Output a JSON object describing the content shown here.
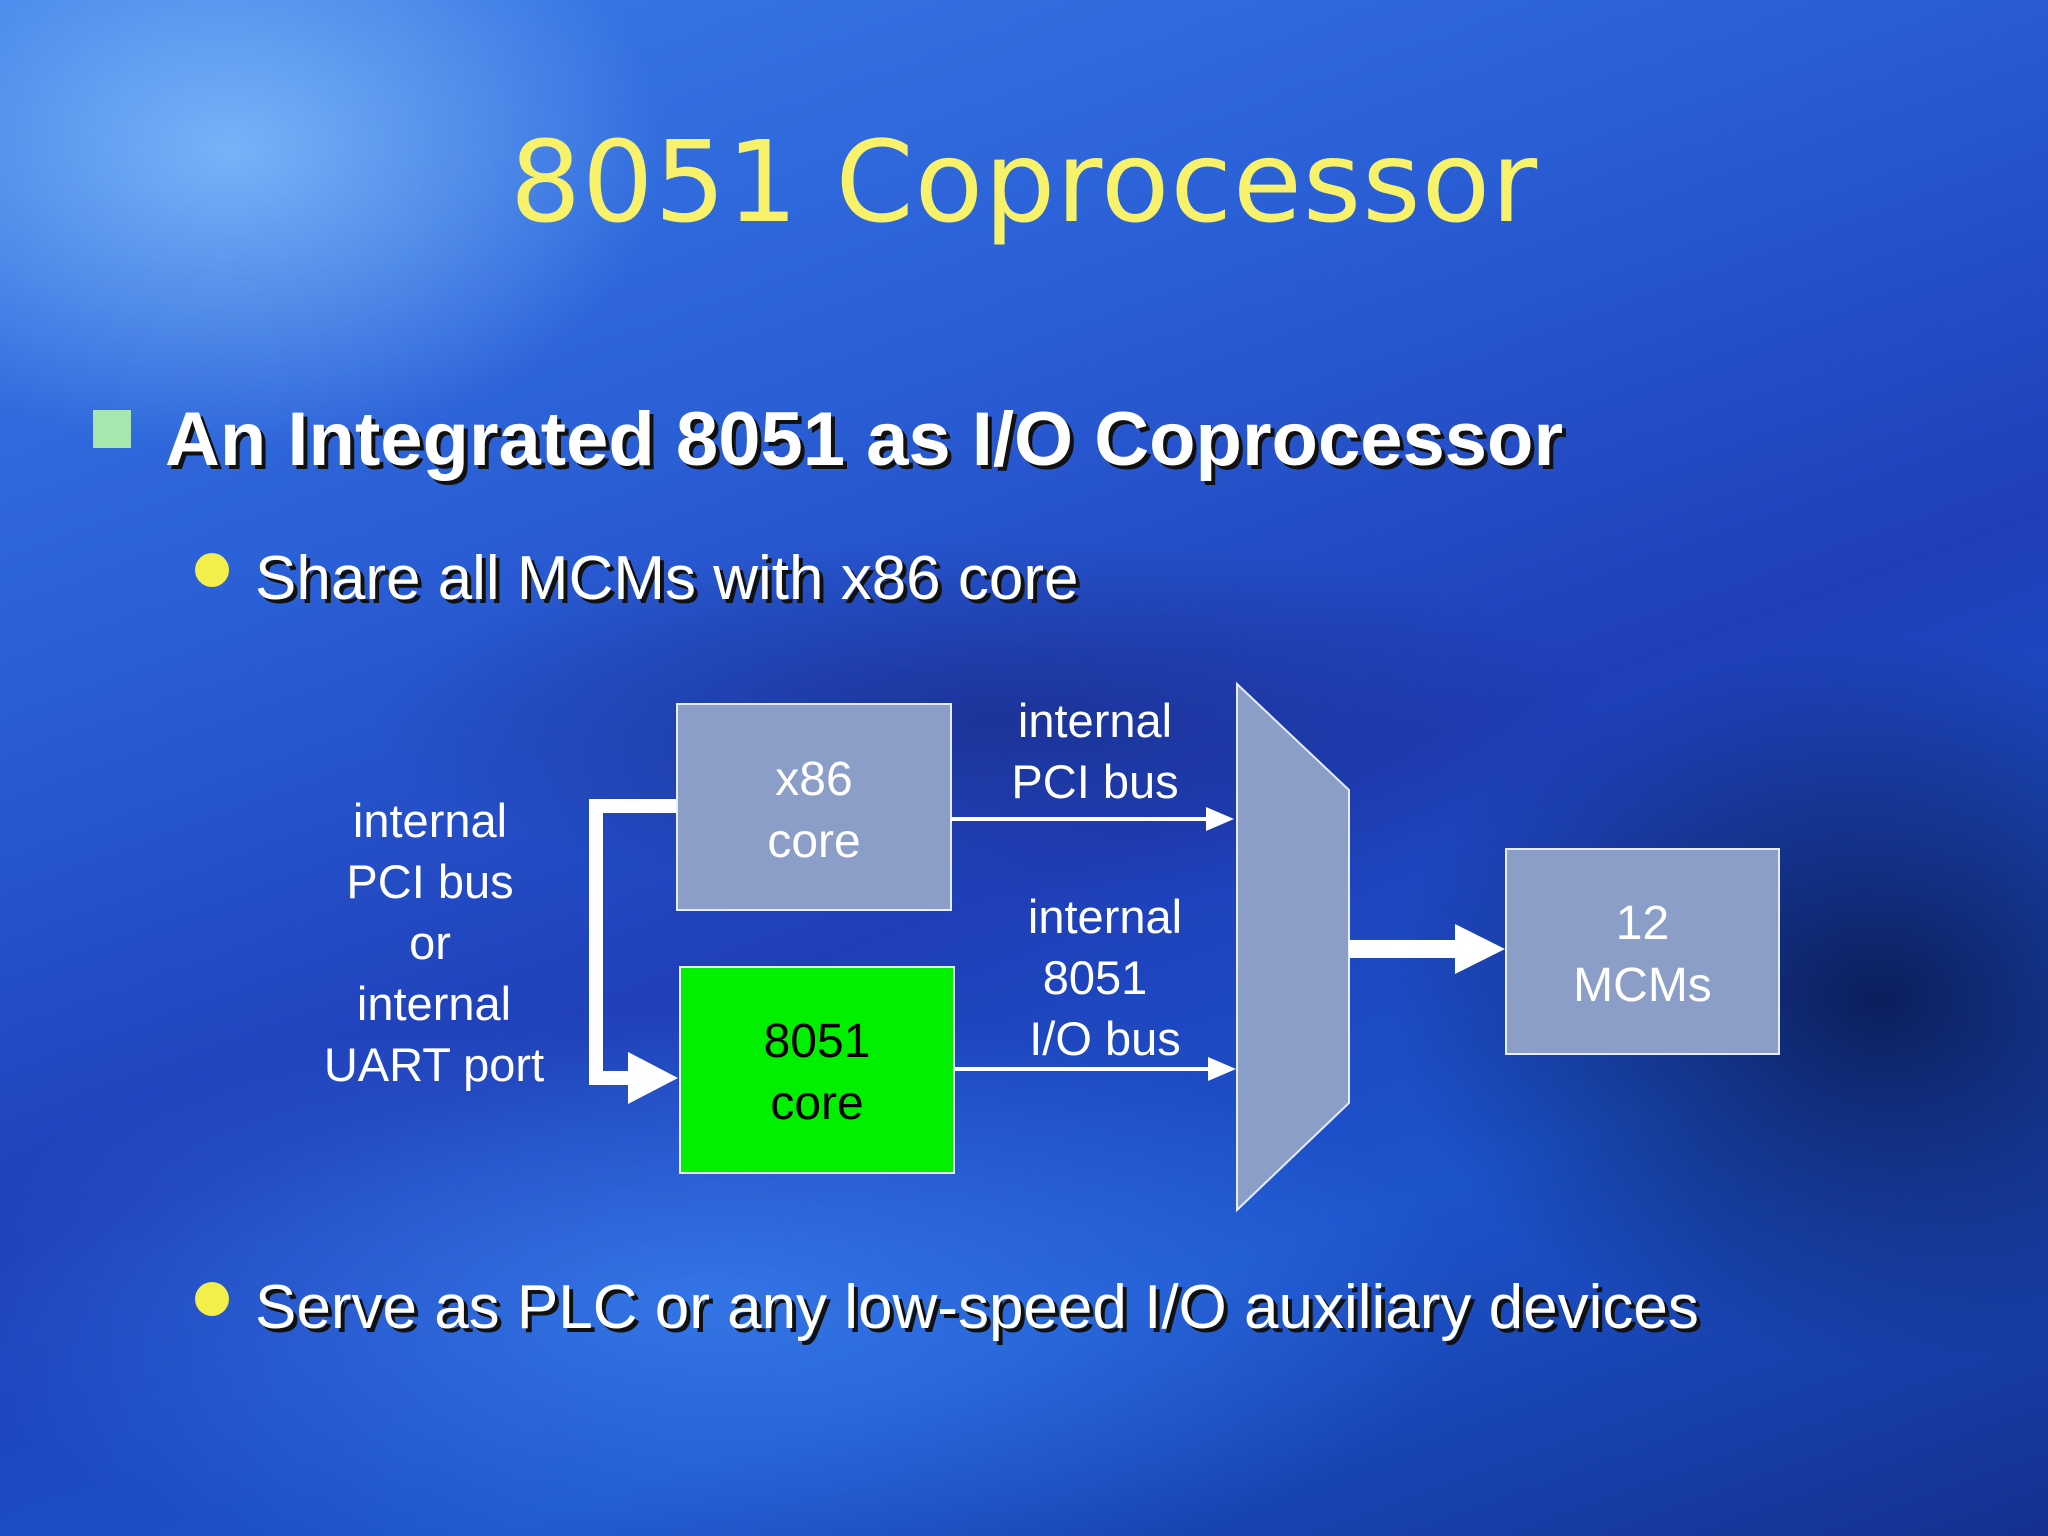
{
  "title": "8051 Coprocessor",
  "bullet1": "An Integrated 8051 as I/O Coprocessor",
  "sub_bullets": [
    "Share all MCMs with x86 core",
    "Serve as PLC or any low-speed I/O auxiliary devices"
  ],
  "diagram": {
    "left_label": [
      "internal",
      "PCI bus",
      "or",
      "internal",
      "UART port"
    ],
    "x86_box": [
      "x86",
      "core"
    ],
    "box_8051": [
      "8051",
      "core"
    ],
    "top_bus_label": [
      "internal",
      "PCI bus"
    ],
    "bottom_bus_label": [
      "internal",
      "8051",
      "I/O bus"
    ],
    "mcm_box": [
      "12",
      "MCMs"
    ],
    "colors": {
      "box": "#8a9ec8",
      "box_8051": "#00f000",
      "mux": "#8a9ec8",
      "line": "#ffffff"
    }
  }
}
